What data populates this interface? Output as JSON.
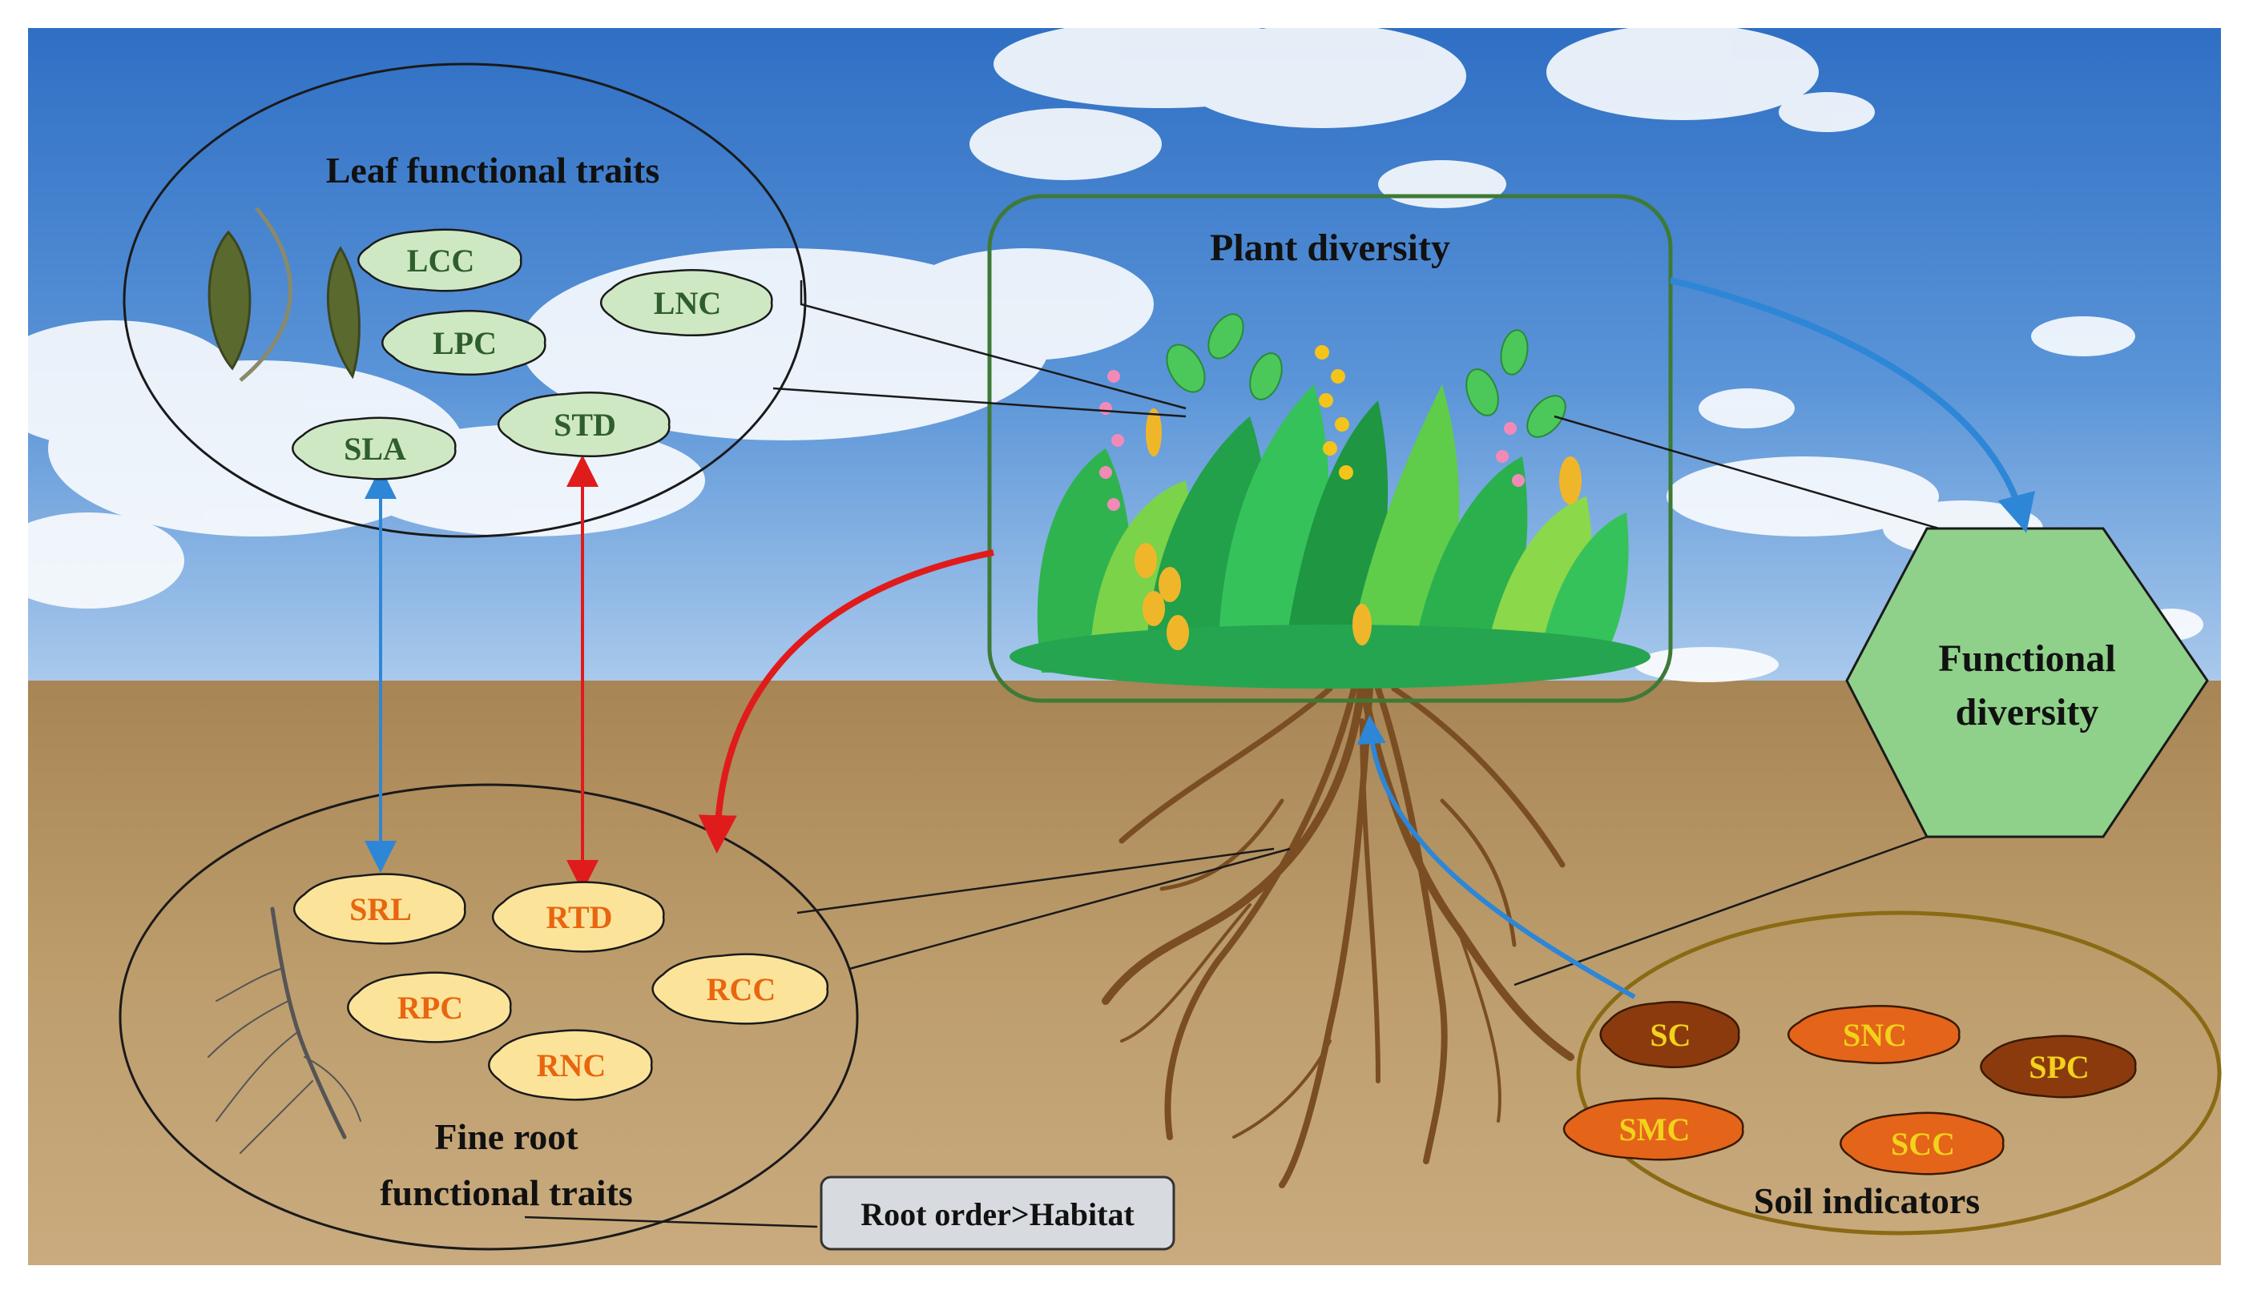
{
  "diagram": {
    "plant_diversity": "Plant diversity",
    "functional_diversity": [
      "Functional",
      "diversity"
    ],
    "leaf_traits": {
      "title": "Leaf functional traits",
      "items": [
        "LCC",
        "LNC",
        "LPC",
        "SLA",
        "STD"
      ]
    },
    "root_traits": {
      "title": [
        "Fine root",
        "functional traits"
      ],
      "items": [
        "SRL",
        "RTD",
        "RPC",
        "RCC",
        "RNC"
      ]
    },
    "soil": {
      "title": "Soil indicators",
      "items": [
        "SC",
        "SNC",
        "SPC",
        "SMC",
        "SCC"
      ]
    },
    "note": "Root order>Habitat"
  },
  "colors": {
    "leaf_cloud": "#cfe8c4",
    "root_cloud": "#fbe49a",
    "soil_dark": "#8b3a0e",
    "soil_orange": "#e4641a",
    "hexagon": "#8fd18a",
    "blue_arrow": "#2e86d6",
    "red_arrow": "#e01b1b",
    "soil_ellipse": "#8a6a14",
    "plant_box": "#3d7a36"
  }
}
